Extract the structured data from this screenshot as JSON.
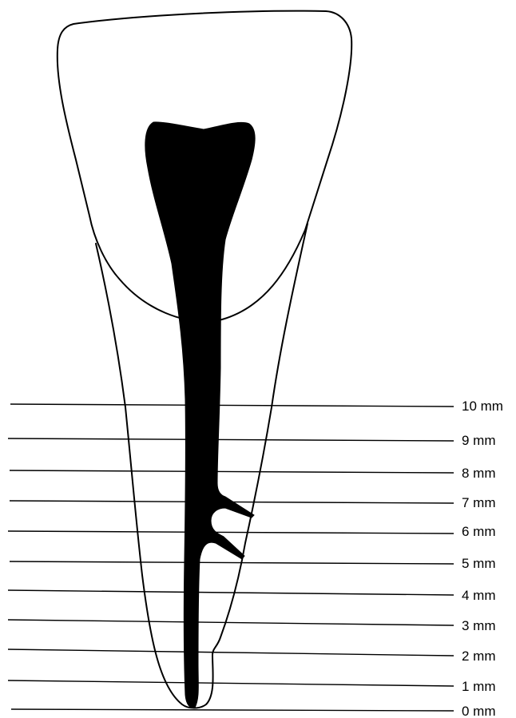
{
  "levels": [
    {
      "label": "10 mm"
    },
    {
      "label": "9 mm"
    },
    {
      "label": "8 mm"
    },
    {
      "label": "7 mm"
    },
    {
      "label": "6 mm"
    },
    {
      "label": "5 mm"
    },
    {
      "label": "4 mm"
    },
    {
      "label": "3 mm"
    },
    {
      "label": "2 mm"
    },
    {
      "label": "1 mm"
    },
    {
      "label": "0 mm"
    }
  ],
  "colors": {
    "stroke": "#000000",
    "pulp": "#000000",
    "background": "#ffffff"
  }
}
